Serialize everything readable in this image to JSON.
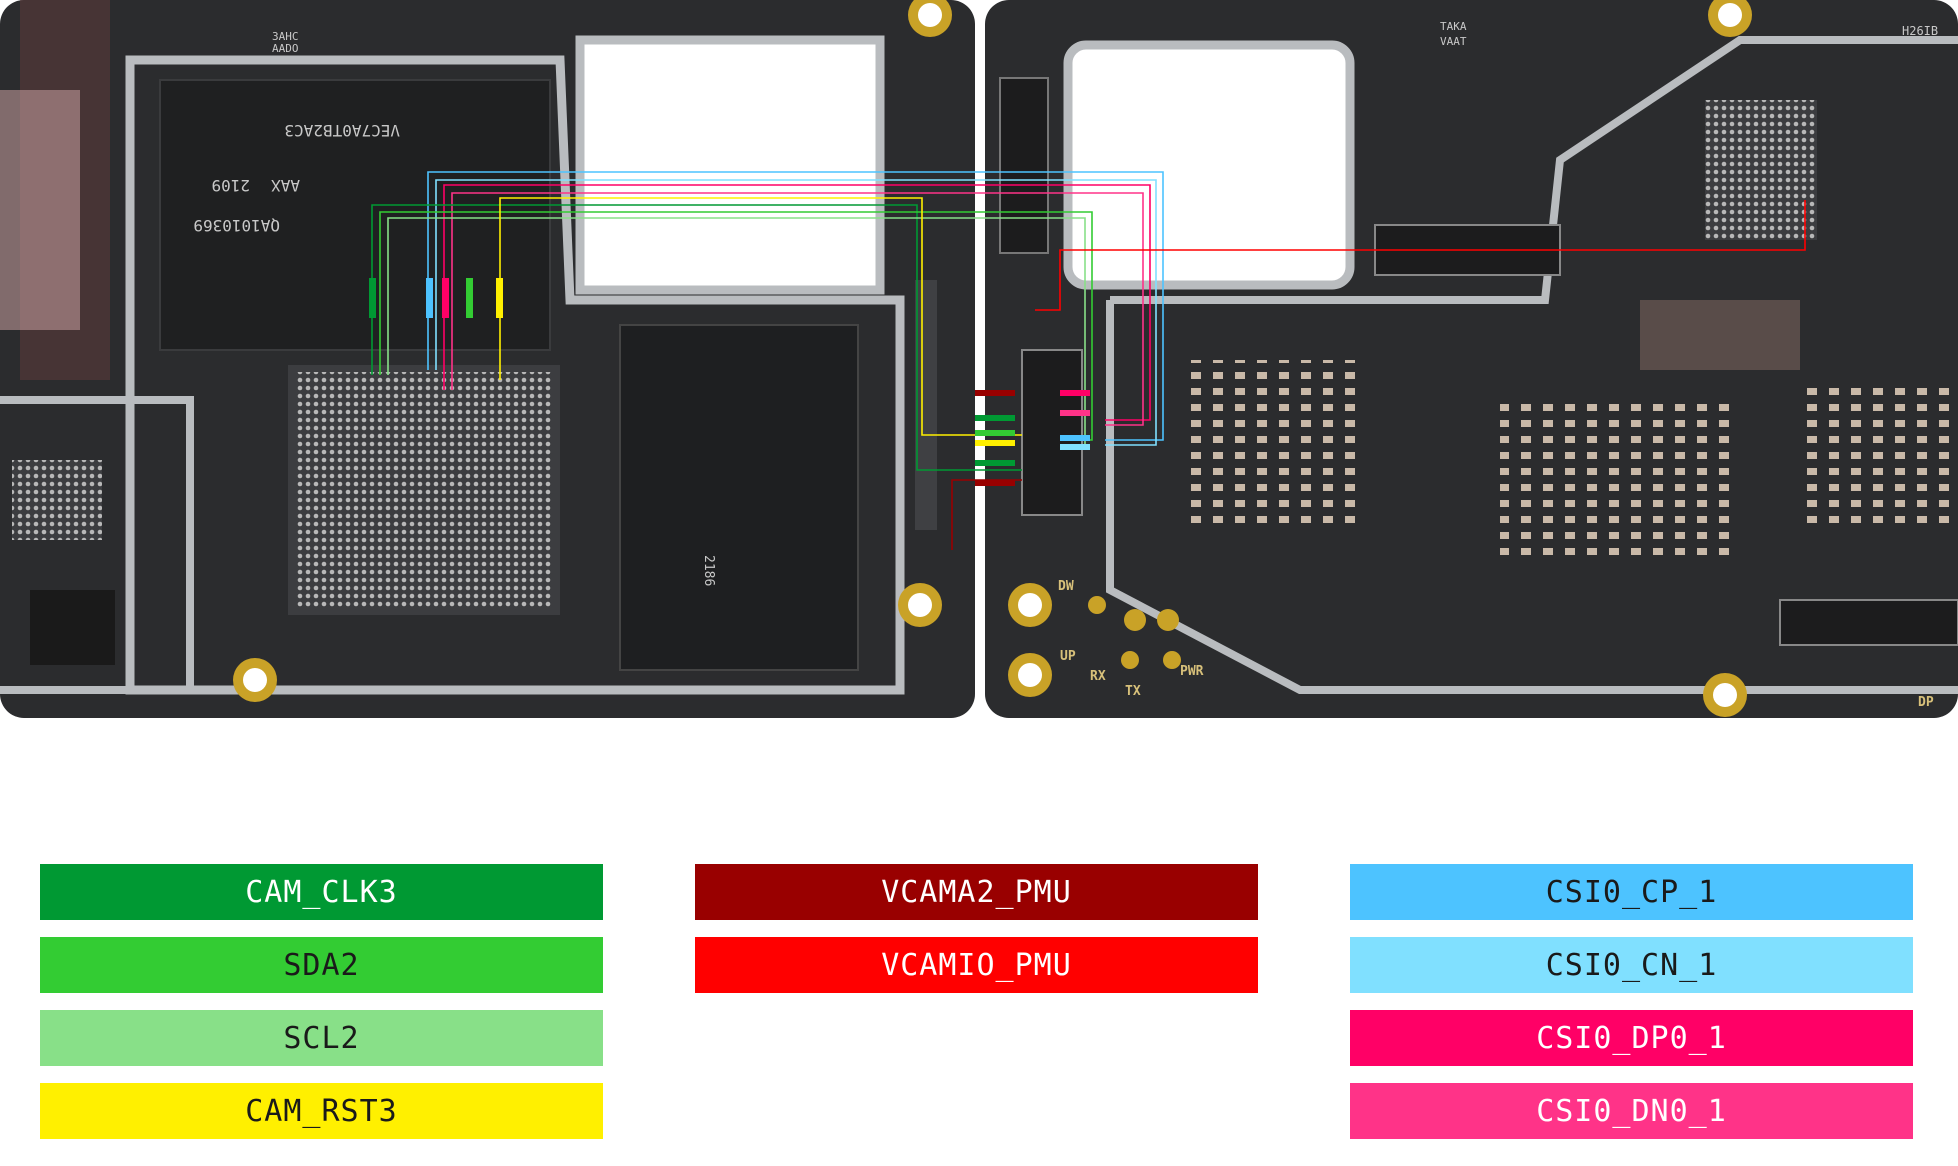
{
  "board_markings": {
    "left": [
      "3AHC",
      "AADO",
      "VEC7A0TB2AC3",
      "2109",
      "AAX",
      "QA1010369",
      "2186"
    ],
    "right": [
      "TAKA",
      "VAAT",
      "H26IB",
      "DW",
      "UP",
      "RX",
      "TX",
      "PWR",
      "DP"
    ]
  },
  "legend": [
    {
      "label": "CAM_CLK3",
      "color": "#009933",
      "text_color": "#ffffff"
    },
    {
      "label": "SDA2",
      "color": "#33cc33",
      "text_color": "#1a1a1a"
    },
    {
      "label": "SCL2",
      "color": "#88e088",
      "text_color": "#1a1a1a"
    },
    {
      "label": "CAM_RST3",
      "color": "#fff000",
      "text_color": "#1a1a1a"
    },
    {
      "label": "VCAMA2_PMU",
      "color": "#990000",
      "text_color": "#ffffff"
    },
    {
      "label": "VCAMIO_PMU",
      "color": "#ff0000",
      "text_color": "#ffffff"
    },
    {
      "label": "CSI0_CP_1",
      "color": "#4dc3ff",
      "text_color": "#1a1a1a"
    },
    {
      "label": "CSI0_CN_1",
      "color": "#80e0ff",
      "text_color": "#1a1a1a"
    },
    {
      "label": "CSI0_DP0_1",
      "color": "#ff0066",
      "text_color": "#ffffff"
    },
    {
      "label": "CSI0_DN0_1",
      "color": "#ff3388",
      "text_color": "#ffffff"
    }
  ]
}
